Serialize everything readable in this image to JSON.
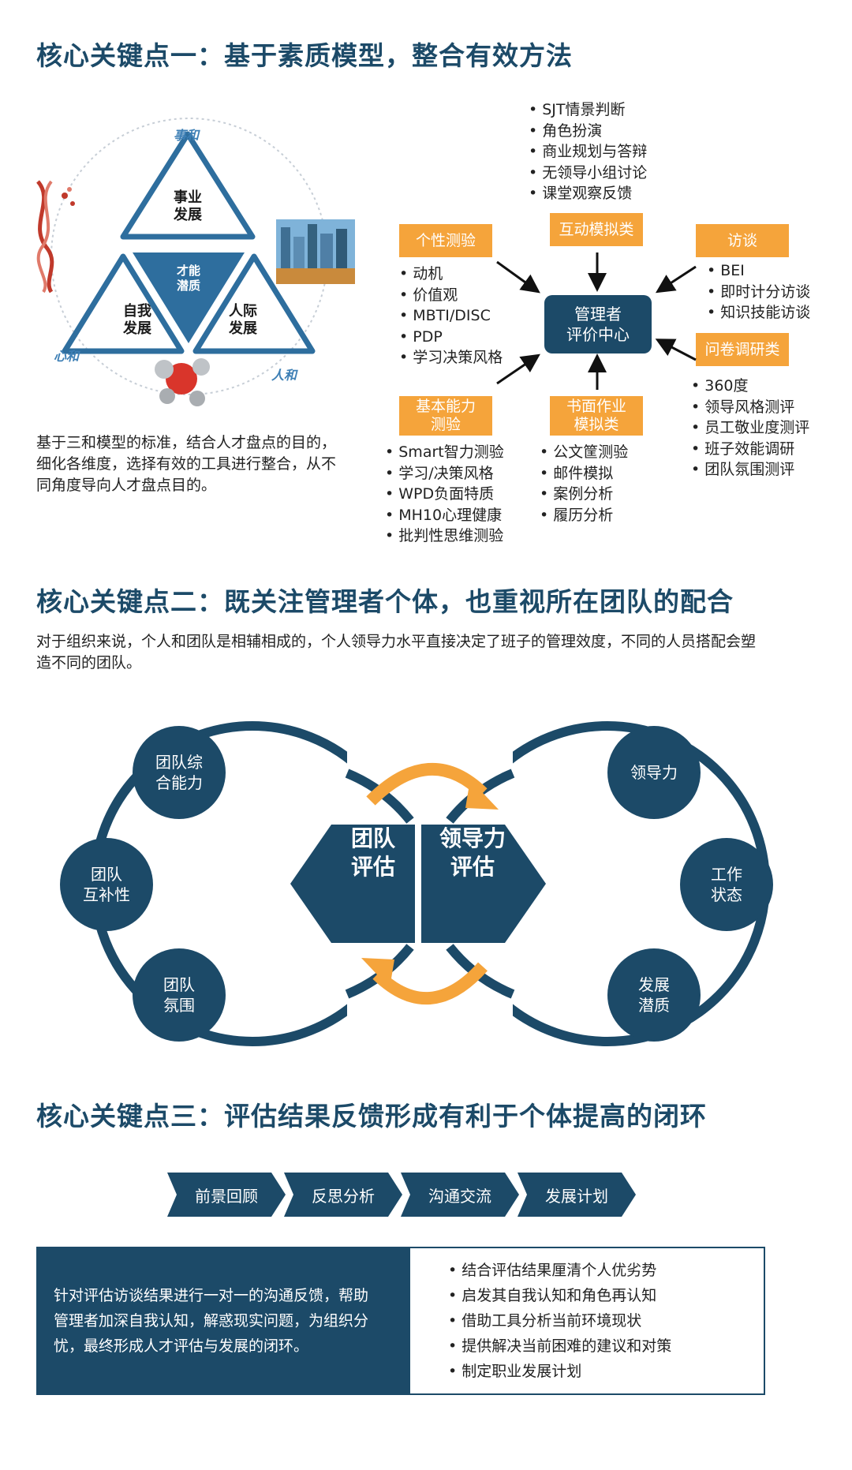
{
  "section1": {
    "title": "核心关键点一：基于素质模型，整合有效方法",
    "triangle": {
      "top_label_glyph": "事和",
      "left_label_glyph": "心和",
      "right_label_glyph": "人和",
      "top": [
        "事业",
        "发展"
      ],
      "center": [
        "才能",
        "潜质"
      ],
      "left": [
        "自我",
        "发展"
      ],
      "right": [
        "人际",
        "发展"
      ]
    },
    "description": [
      "基于三和模型的标准，结合人才盘点的目的，",
      "细化各维度，选择有效的工具进行整合，从不",
      "同角度导向人才盘点目的。"
    ],
    "center_box": [
      "管理者",
      "评价中心"
    ],
    "categories": {
      "personality": {
        "label": "个性测验",
        "items": [
          "动机",
          "价值观",
          "MBTI/DISC",
          "PDP",
          "学习决策风格"
        ]
      },
      "interactive": {
        "label": "互动模拟类",
        "items": [
          "SJT情景判断",
          "角色扮演",
          "商业规划与答辩",
          "无领导小组讨论",
          "课堂观察反馈"
        ]
      },
      "interview": {
        "label": "访谈",
        "items": [
          "BEI",
          "即时计分访谈",
          "知识技能访谈"
        ]
      },
      "survey": {
        "label": "问卷调研类",
        "items": [
          "360度",
          "领导风格测评",
          "员工敬业度测评",
          "班子效能调研",
          "团队氛围测评"
        ]
      },
      "basic": {
        "label": [
          "基本能力",
          "测验"
        ],
        "items": [
          "Smart智力测验",
          "学习/决策风格",
          "WPD负面特质",
          "MH10心理健康",
          "批判性思维测验"
        ]
      },
      "written": {
        "label": [
          "书面作业",
          "模拟类"
        ],
        "items": [
          "公文筐测验",
          "邮件模拟",
          "案例分析",
          "履历分析"
        ]
      }
    }
  },
  "section2": {
    "title": "核心关键点二：既关注管理者个体，也重视所在团队的配合",
    "description": [
      "对于组织来说，个人和团队是相辅相成的，个人领导力水平直接决定了班子的管理效度，不同的人员搭配会塑",
      "造不同的团队。"
    ],
    "left_center": [
      "团队",
      "评估"
    ],
    "right_center": [
      "领导力",
      "评估"
    ],
    "left_circles": [
      [
        "团队综",
        "合能力"
      ],
      [
        "团队",
        "互补性"
      ],
      [
        "团队",
        "氛围"
      ]
    ],
    "right_circles": [
      [
        "领导力"
      ],
      [
        "工作",
        "状态"
      ],
      [
        "发展",
        "潜质"
      ]
    ]
  },
  "section3": {
    "title": "核心关键点三：评估结果反馈形成有利于个体提高的闭环",
    "steps": [
      "前景回顾",
      "反思分析",
      "沟通交流",
      "发展计划"
    ],
    "feedback_text": [
      "针对评估访谈结果进行一对一的沟通反馈，帮助",
      "管理者加深自我认知，解惑现实问题，为组织分",
      "忧，最终形成人才评估与发展的闭环。"
    ],
    "feedback_points": [
      "结合评估结果厘清个人优劣势",
      "启发其自我认知和角色再认知",
      "借助工具分析当前环境现状",
      "提供解决当前困难的建议和对策",
      "制定职业发展计划"
    ]
  },
  "colors": {
    "navy": "#1c4a68",
    "orange": "#f5a43b",
    "circle_line": "#1c4a68"
  }
}
